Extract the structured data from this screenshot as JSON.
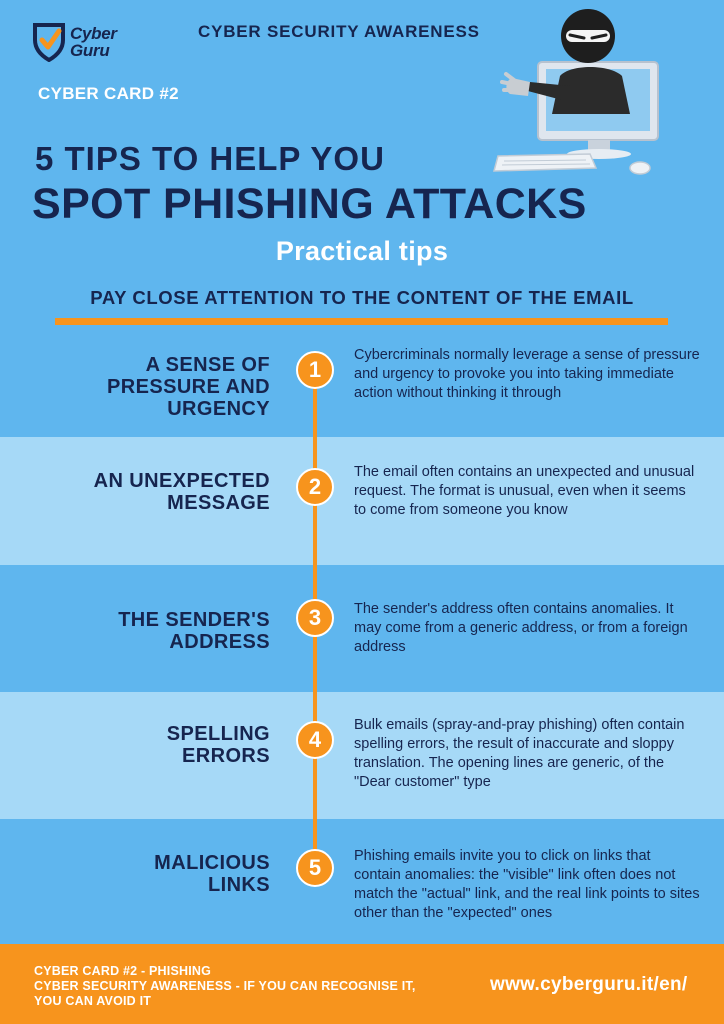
{
  "header": {
    "logo_text": [
      "Cyber",
      "Guru"
    ],
    "top_title": "CYBER SECURITY AWARENESS",
    "card_number": "CYBER CARD #2"
  },
  "hero": {
    "title_line1": "5 TIPS TO HELP YOU",
    "title_line2": "SPOT PHISHING ATTACKS",
    "subtitle": "Practical tips",
    "section_heading": "PAY CLOSE ATTENTION TO THE CONTENT OF THE EMAIL"
  },
  "tips": [
    {
      "number": "1",
      "title_lines": [
        "A SENSE OF",
        "PRESSURE AND",
        "URGENCY"
      ],
      "text": "Cybercriminals normally leverage a sense of pressure and urgency to provoke you into taking immediate action without thinking it through"
    },
    {
      "number": "2",
      "title_lines": [
        "AN UNEXPECTED",
        "MESSAGE"
      ],
      "text": "The email often contains an unexpected and unusual request. The format is unusual, even when it seems to come from someone you know"
    },
    {
      "number": "3",
      "title_lines": [
        "THE SENDER'S",
        "ADDRESS"
      ],
      "text": "The sender's address often contains anomalies. It may come from a generic address, or from a foreign address"
    },
    {
      "number": "4",
      "title_lines": [
        "SPELLING",
        "ERRORS"
      ],
      "text": "Bulk emails (spray-and-pray phishing) often contain spelling errors, the result of inaccurate and sloppy translation. The opening lines are generic, of the \"Dear customer\" type"
    },
    {
      "number": "5",
      "title_lines": [
        "MALICIOUS",
        "LINKS"
      ],
      "text": "Phishing emails invite you to click on links that contain anomalies: the \"visible\" link often does not match the \"actual\" link, and the real link points to sites other than the \"expected\" ones"
    }
  ],
  "footer": {
    "line1": "CYBER CARD #2 - PHISHING",
    "line2": "CYBER SECURITY AWARENESS - IF YOU CAN RECOGNISE IT,",
    "line3": "YOU CAN AVOID IT",
    "url": "www.cyberguru.it/en/"
  },
  "colors": {
    "background": "#5fb6ee",
    "band_light": "#a6d9f7",
    "navy": "#16254f",
    "orange": "#f7941d"
  }
}
